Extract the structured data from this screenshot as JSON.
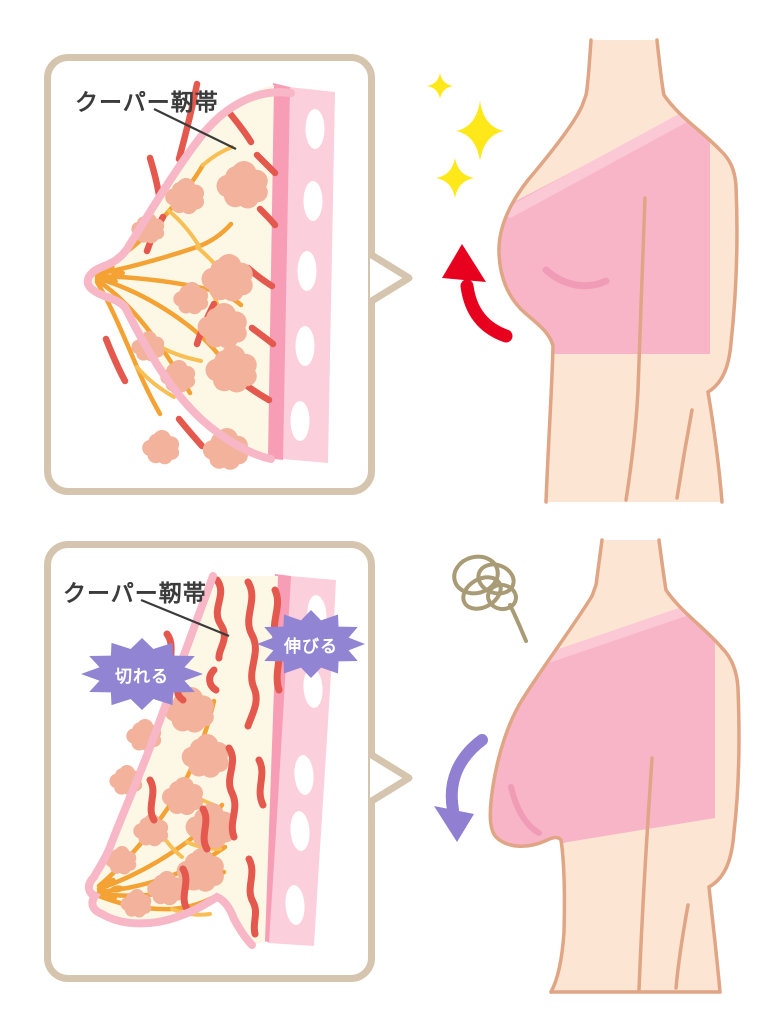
{
  "page": {
    "background": "#ffffff",
    "language": "ja"
  },
  "top_panel": {
    "label": "クーパー靭帯",
    "state": "firm"
  },
  "bottom_panel": {
    "label": "クーパー靭帯",
    "state": "sagging",
    "callout_left": "切れる",
    "callout_right": "伸びる"
  },
  "icons": {
    "sparkles": "sparkles-icon",
    "up_arrow": "lift-up-arrow-icon",
    "down_arrow": "sag-down-arrow-icon",
    "scribble": "tangle-scribble-icon",
    "bubble_tail": "speech-bubble-tail-icon"
  },
  "colors": {
    "bubble_border": "#d5c5ae",
    "cream_tissue": "#fdf8e6",
    "breast_outline_pink": "#f8b7c7",
    "chest_wall_dark": "#f79db6",
    "chest_wall_light": "#fccfdc",
    "rib_white": "#ffffff",
    "ligament_red": "#e4584e",
    "duct_orange": "#f3a233",
    "duct_orange_light": "#f8bf55",
    "lobule_salmon": "#f2b29b",
    "skin": "#fce5d3",
    "skin_outline": "#dfa585",
    "bra_pink": "#f8b5c7",
    "bra_strap_light": "#fbc9d6",
    "bra_crease": "#f09cb6",
    "sparkle_yellow": "#ffe81a",
    "arrow_red": "#e8001f",
    "arrow_purple": "#9180d1",
    "callout_purple": "#9184d2",
    "scribble_tan": "#a89b75",
    "label_text": "#3b3b3b"
  }
}
